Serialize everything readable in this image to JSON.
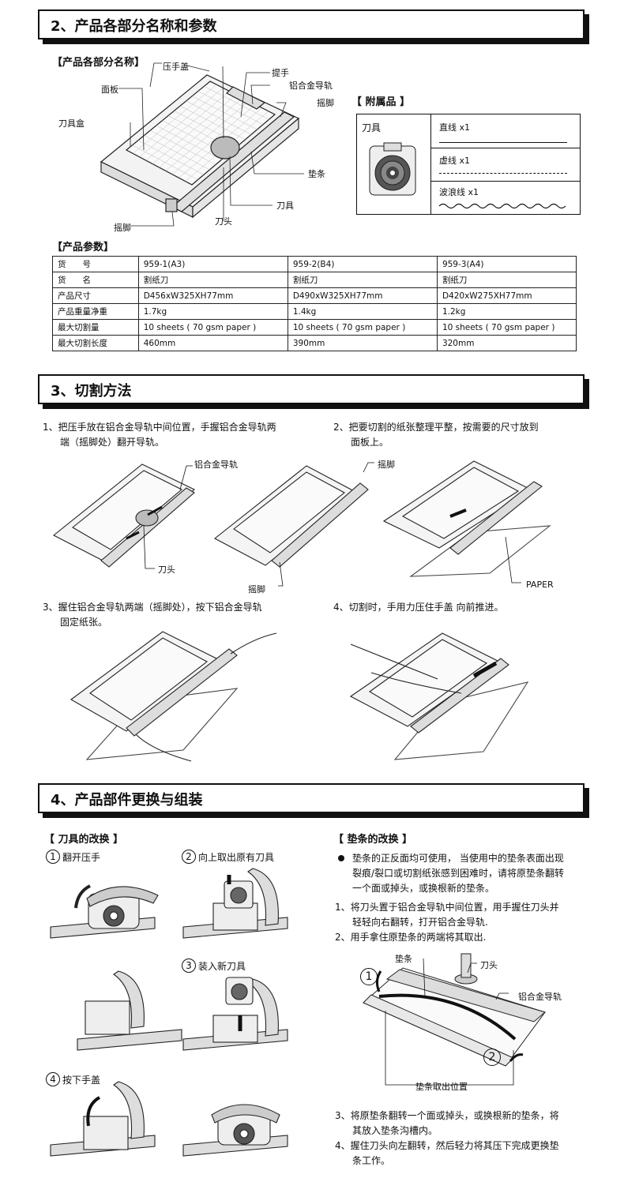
{
  "sec2": {
    "title": "2、产品各部分名称和参数",
    "names_heading": "【产品各部分名称】",
    "labels": {
      "press_cover": "压手盖",
      "handle": "提手",
      "rail": "铝合金导轨",
      "rocker_r": "摇脚",
      "panel": "面板",
      "blade_box": "刀具盒",
      "strip": "垫条",
      "blade": "刀具",
      "blade_head": "刀头",
      "rocker_b": "摇脚"
    },
    "accessories_heading": "【 附属品 】",
    "acc": {
      "tool_label": "刀具",
      "rows": [
        "直线 x1",
        "虚线 x1",
        "波浪线 x1"
      ]
    },
    "params_heading": "【产品参数】",
    "params_rows": [
      [
        "货　　号",
        "959-1(A3)",
        "959-2(B4)",
        "959-3(A4)"
      ],
      [
        "货　　名",
        "割纸刀",
        "割纸刀",
        "割纸刀"
      ],
      [
        "产品尺寸",
        "D456xW325XH77mm",
        "D490xW325XH77mm",
        "D420xW275XH77mm"
      ],
      [
        "产品重量净重",
        "1.7kg",
        "1.4kg",
        "1.2kg"
      ],
      [
        "最大切割量",
        "10 sheets ( 70 gsm paper )",
        "10 sheets ( 70 gsm paper )",
        "10 sheets ( 70 gsm paper )"
      ],
      [
        "最大切割长度",
        "460mm",
        "390mm",
        "320mm"
      ]
    ]
  },
  "sec3": {
    "title": "3、切割方法",
    "step1": "1、把压手放在铝合金导轨中间位置，手握铝合金导轨两　　端（摇脚处）翻开导轨。",
    "step1_a": "1、把压手放在铝合金导轨中间位置，手握铝合金导轨两",
    "step1_b": "端（摇脚处）翻开导轨。",
    "step2_a": "2、把要切割的纸张整理平整，按需要的尺寸放到",
    "step2_b": "面板上。",
    "step3_a": "3、握住铝合金导轨两端（摇脚处），按下铝合金导轨",
    "step3_b": "固定纸张。",
    "step4": "4、切割时，手用力压住手盖  向前推进。",
    "fig_labels": {
      "rail": "铝合金导轨",
      "blade_head": "刀头",
      "rocker1": "摇脚",
      "rocker2": "摇脚",
      "paper": "PAPER"
    }
  },
  "sec4": {
    "title": "4、产品部件更换与组装",
    "blade_heading": "【 刀具的改换 】",
    "steps": [
      {
        "num": "1",
        "text": "翻开压手"
      },
      {
        "num": "2",
        "text": "向上取出原有刀具"
      },
      {
        "num": "3",
        "text": "装入新刀具"
      },
      {
        "num": "4",
        "text": "按下手盖"
      }
    ],
    "strip_heading": "【 垫条的改换 】",
    "bullet_lines": [
      "垫条的正反面均可使用，  当使用中的垫条表面出现",
      "裂痕/裂口或切割纸张感到困难时，请将原垫条翻转",
      "一个面或掉头，或换根新的垫条。"
    ],
    "s1_lines": [
      "1、将刀头置于铝合金导轨中间位置，用手握住刀头并",
      "轻轻向右翻转，打开铝合金导轨."
    ],
    "s2": "2、用手拿住原垫条的两端将其取出.",
    "fig": {
      "strip": "垫条",
      "blade_head": "刀头",
      "rail": "铝合金导轨",
      "c1": "1",
      "c2": "2",
      "pos": "垫条取出位置"
    },
    "s3_lines": [
      "3、将原垫条翻转一个面或掉头，或换根新的垫条，将",
      "其放入垫条沟槽内。"
    ],
    "s4_lines": [
      "4、握住刀头向左翻转，然后轻力将其压下完成更换垫",
      "条工作。"
    ]
  }
}
